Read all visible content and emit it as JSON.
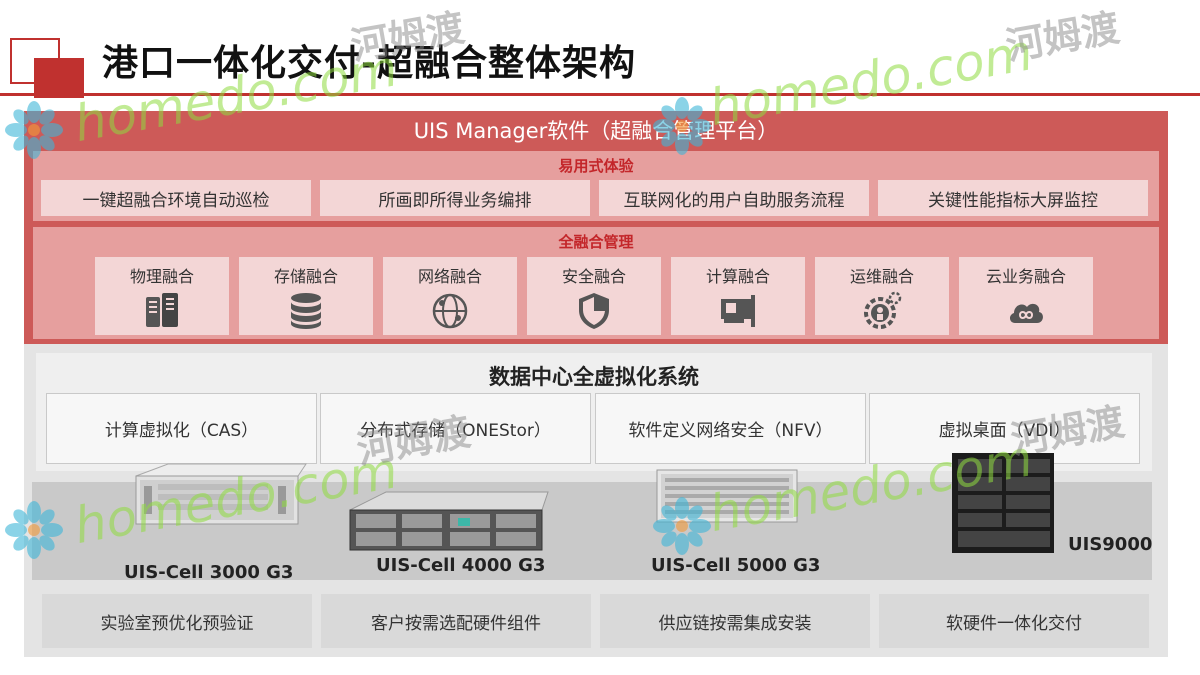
{
  "header": {
    "title": "港口一体化交付-超融合整体架构"
  },
  "manager": {
    "title": "UIS Manager软件（超融合管理平台）",
    "easy_label": "易用式体验",
    "easy_items": [
      "一键超融合环境自动巡检",
      "所画即所得业务编排",
      "互联网化的用户自助服务流程",
      "关键性能指标大屏监控"
    ],
    "full_label": "全融合管理",
    "tiles": [
      {
        "label": "物理融合",
        "icon": "physical-server-icon"
      },
      {
        "label": "存储融合",
        "icon": "database-icon"
      },
      {
        "label": "网络融合",
        "icon": "network-globe-icon"
      },
      {
        "label": "安全融合",
        "icon": "shield-icon"
      },
      {
        "label": "计算融合",
        "icon": "compute-card-icon"
      },
      {
        "label": "运维融合",
        "icon": "ops-gear-icon"
      },
      {
        "label": "云业务融合",
        "icon": "cloud-icon"
      }
    ]
  },
  "virtualization": {
    "title": "数据中心全虚拟化系统",
    "items": [
      "计算虚拟化（CAS）",
      "分布式存储（ONEStor）",
      "软件定义网络安全（NFV）",
      "虚拟桌面（VDI）"
    ]
  },
  "hardware": {
    "models": [
      "UIS-Cell 3000 G3",
      "UIS-Cell 4000 G3",
      "UIS-Cell 5000 G3",
      "UIS9000"
    ]
  },
  "services": [
    "实验室预优化预验证",
    "客户按需选配硬件组件",
    "供应链按需集成安装",
    "软硬件一体化交付"
  ],
  "watermark": {
    "latin": "homedo.com",
    "cn": "河姆渡"
  },
  "colors": {
    "accent": "#c0312f",
    "manager_bg": "#cd5a58",
    "section_bg": "#e69f9e",
    "item_bg": "#f3d6d6",
    "watermark_green": "#8fdc3f"
  }
}
